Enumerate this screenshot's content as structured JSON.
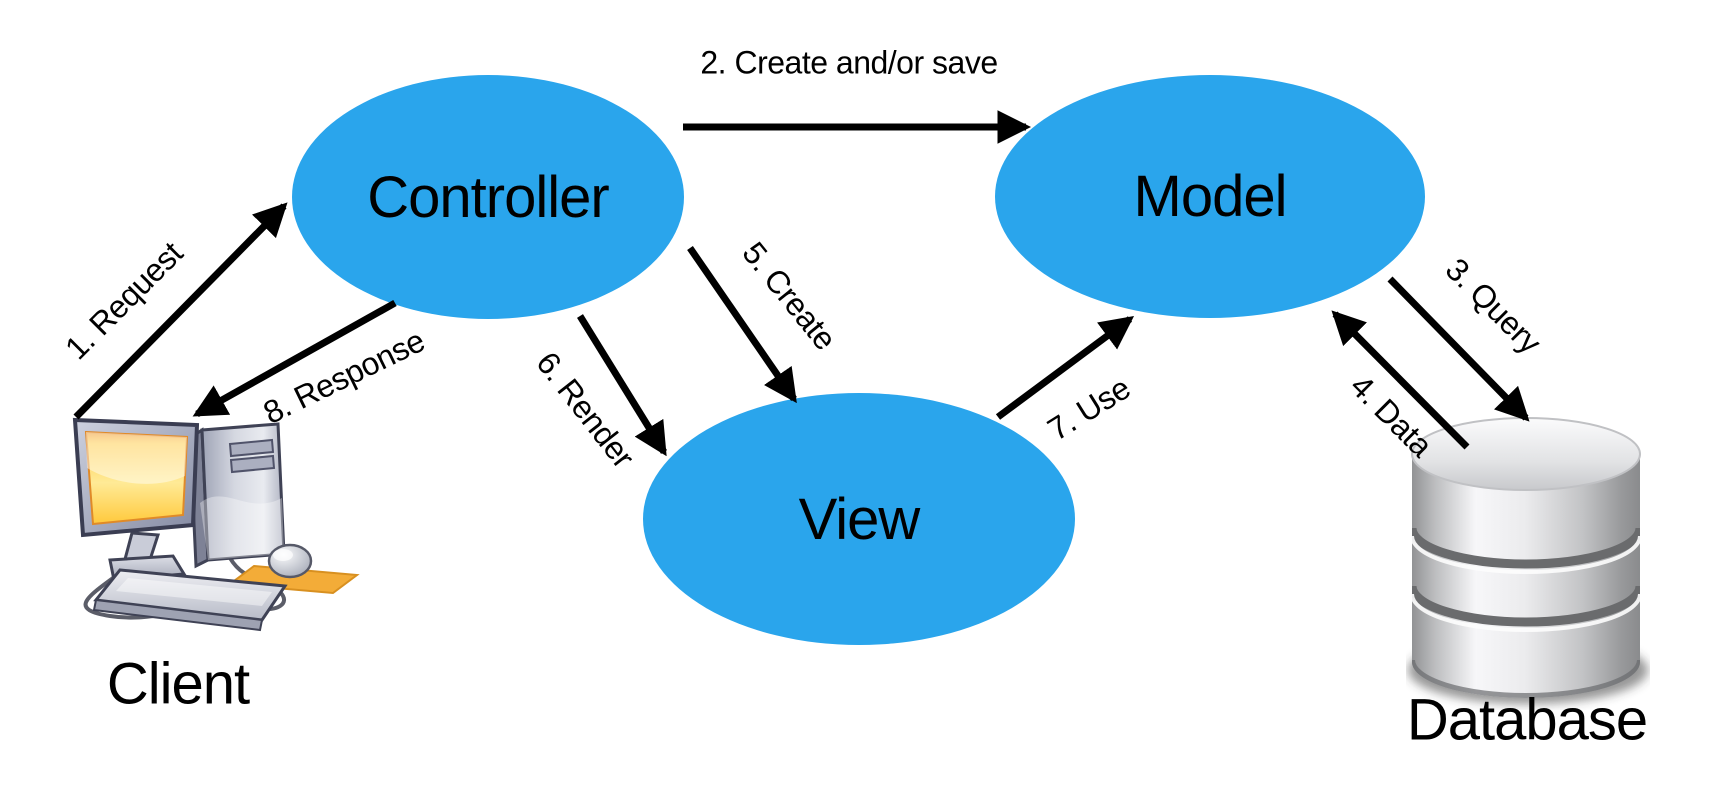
{
  "colors": {
    "background": "#FFFFFF",
    "node_fill": "#2AA5EC",
    "arrow": "#000000",
    "label_text": "#000000"
  },
  "nodes": {
    "controller": {
      "label": "Controller",
      "shape": "ellipse"
    },
    "model": {
      "label": "Model",
      "shape": "ellipse"
    },
    "view": {
      "label": "View",
      "shape": "ellipse"
    },
    "client": {
      "label": "Client",
      "icon": "desktop-computer-icon"
    },
    "database": {
      "label": "Database",
      "icon": "database-cylinder-icon"
    }
  },
  "edges": [
    {
      "id": "request",
      "label": "1. Request",
      "from": "client",
      "to": "controller"
    },
    {
      "id": "create-save",
      "label": "2. Create and/or save",
      "from": "controller",
      "to": "model"
    },
    {
      "id": "query",
      "label": "3. Query",
      "from": "model",
      "to": "database"
    },
    {
      "id": "data",
      "label": "4. Data",
      "from": "database",
      "to": "model"
    },
    {
      "id": "create",
      "label": "5. Create",
      "from": "controller",
      "to": "view"
    },
    {
      "id": "render",
      "label": "6. Render",
      "from": "controller",
      "to": "view"
    },
    {
      "id": "use",
      "label": "7. Use",
      "from": "view",
      "to": "model"
    },
    {
      "id": "response",
      "label": "8. Response",
      "from": "controller",
      "to": "client"
    }
  ]
}
